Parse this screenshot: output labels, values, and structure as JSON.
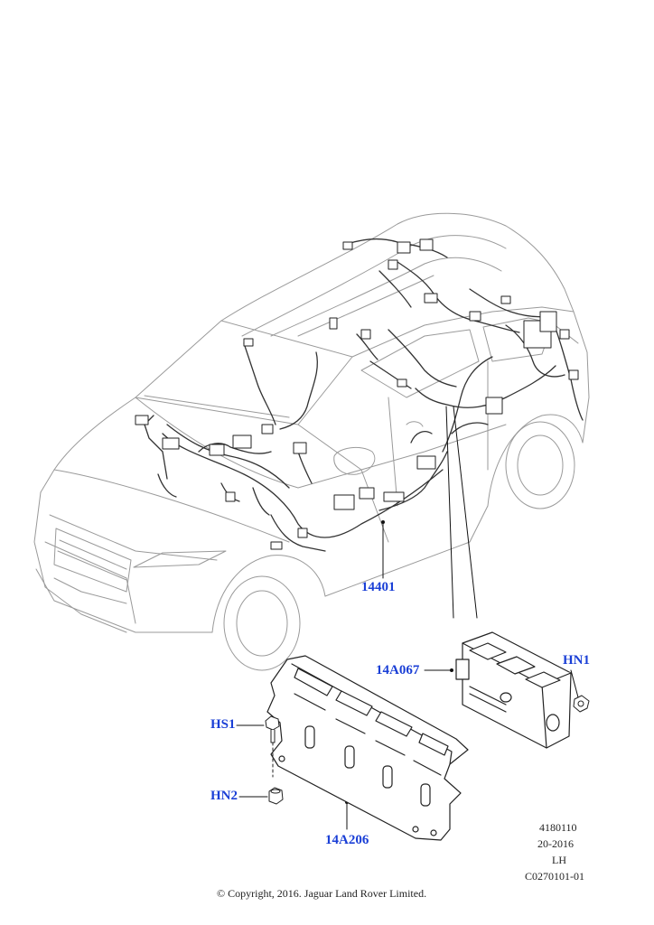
{
  "callouts": {
    "main_harness": "14401",
    "module": "14A067",
    "nut_hn1": "HN1",
    "stud_hs1": "HS1",
    "nut_hn2": "HN2",
    "bracket": "14A206"
  },
  "illustration_info": {
    "line1": "4180110",
    "line2": "20-2016",
    "line3": "LH",
    "line4": "C0270101-01"
  },
  "copyright": "© Copyright, 2016. Jaguar Land Rover Limited."
}
